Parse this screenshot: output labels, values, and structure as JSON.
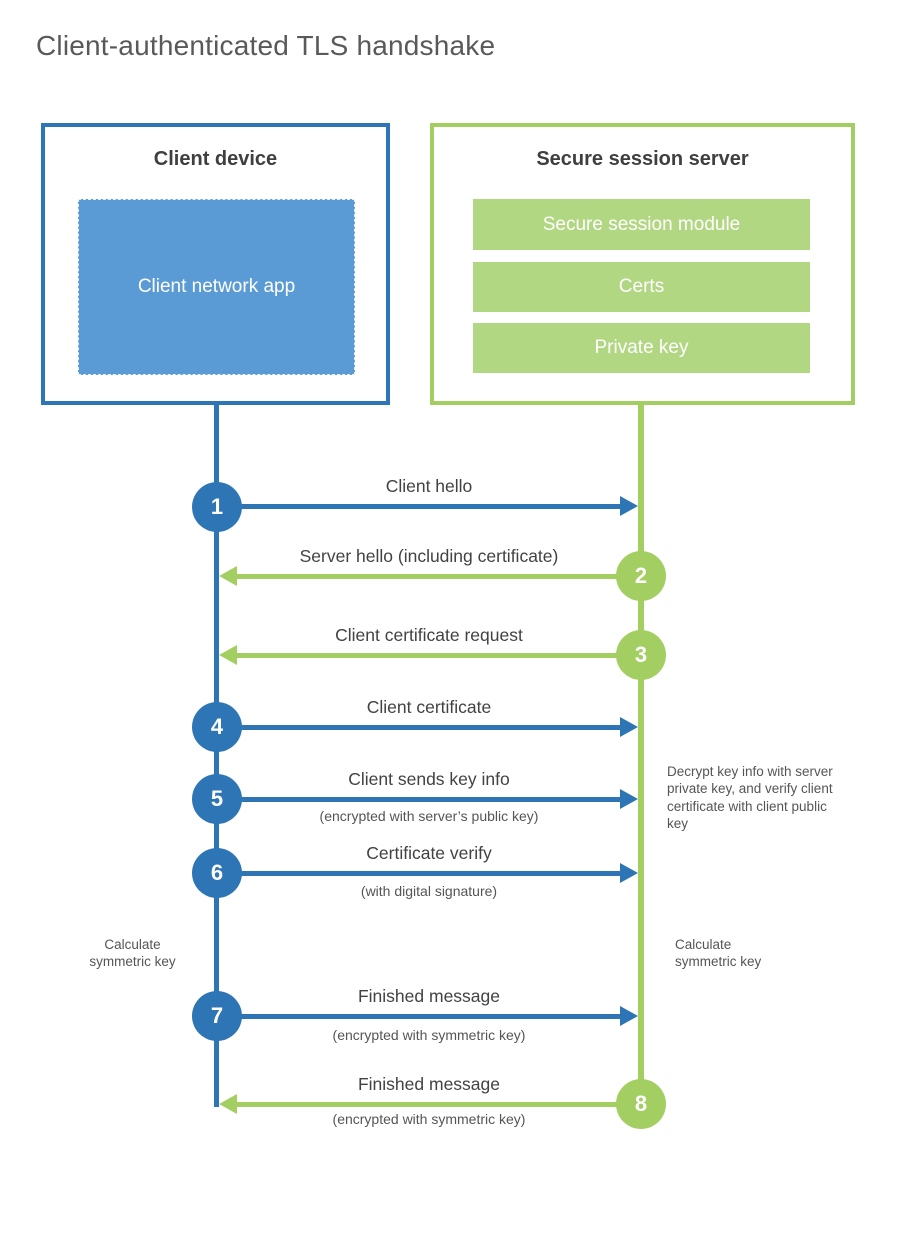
{
  "title": "Client-authenticated TLS handshake",
  "colors": {
    "blue": "#2e75b6",
    "blue_fill": "#5b9bd5",
    "green": "#a3cf62",
    "green_fill": "#b2d783",
    "text_dark": "#3f3f3f",
    "text_gray": "#595959",
    "text_note": "#555555"
  },
  "client": {
    "title": "Client device",
    "app_label": "Client network app"
  },
  "server": {
    "title": "Secure session server",
    "modules": [
      "Secure session module",
      "Certs",
      "Private key"
    ]
  },
  "steps": [
    {
      "number": "1",
      "label": "Client hello",
      "direction": "right",
      "color": "blue"
    },
    {
      "number": "2",
      "label": "Server hello (including certificate)",
      "direction": "left",
      "color": "green"
    },
    {
      "number": "3",
      "label": "Client certificate request",
      "direction": "left",
      "color": "green"
    },
    {
      "number": "4",
      "label": "Client certificate",
      "direction": "right",
      "color": "blue"
    },
    {
      "number": "5",
      "label": "Client sends key info",
      "sublabel": "(encrypted with server’s public key)",
      "direction": "right",
      "color": "blue"
    },
    {
      "number": "6",
      "label": "Certificate verify",
      "sublabel": "(with digital signature)",
      "direction": "right",
      "color": "blue"
    },
    {
      "number": "7",
      "label": "Finished message",
      "sublabel": "(encrypted with symmetric key)",
      "direction": "right",
      "color": "blue"
    },
    {
      "number": "8",
      "label": "Finished message",
      "sublabel": "(encrypted with symmetric key)",
      "direction": "left",
      "color": "green"
    }
  ],
  "notes": {
    "left_calculate": "Calculate symmetric key",
    "right_decrypt": "Decrypt key info with server private key, and verify client certificate with client public key",
    "right_calculate": "Calculate symmetric key"
  }
}
